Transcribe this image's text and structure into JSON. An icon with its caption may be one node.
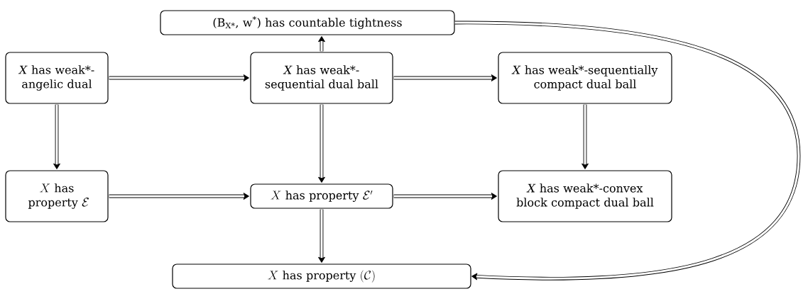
{
  "diagram": {
    "nodes": [
      {
        "text": [
          "(B$_{X*}$, w$^{*}$) has countable tightness"
        ]
      },
      {
        "text": [
          "*X* has weak*-angelic dual"
        ]
      },
      {
        "text": [
          "*X* has weak*-sequential dual ball"
        ]
      },
      {
        "text": [
          "*X* has weak*-sequentially compact dual ball"
        ]
      },
      {
        "text": [
          "X \\text{ has}\\allowbreak\\text{ property } \\mathcal{E}"
        ]
      },
      {
        "text": [
          "X \\text{ has property } \\mathcal{E}'"
        ]
      },
      {
        "text": [
          "*X* has weak*-convex block compact dual ball"
        ]
      },
      {
        "text": [
          "X \\text{ has property } (\\mathcal{C})"
        ]
      }
    ],
    "edges": [
      {
        "from": 2,
        "to": 0,
        "arrow": "to"
      },
      {
        "from": 1,
        "to": 2,
        "arrow": "to"
      },
      {
        "from": 2,
        "to": 3,
        "arrow": "to"
      },
      {
        "from": 1,
        "to": 4,
        "arrow": "to"
      },
      {
        "from": 2,
        "to": 5,
        "arrow": "to"
      },
      {
        "from": 3,
        "to": 6,
        "arrow": "to"
      },
      {
        "from": 4,
        "to": 5,
        "arrow": "to"
      },
      {
        "from": 5,
        "to": 6,
        "arrow": "to"
      },
      {
        "from": 5,
        "to": 7,
        "arrow": "to"
      },
      {
        "from": 0,
        "to": 7,
        "arrow": "to"
      }
    ]
  }
}
